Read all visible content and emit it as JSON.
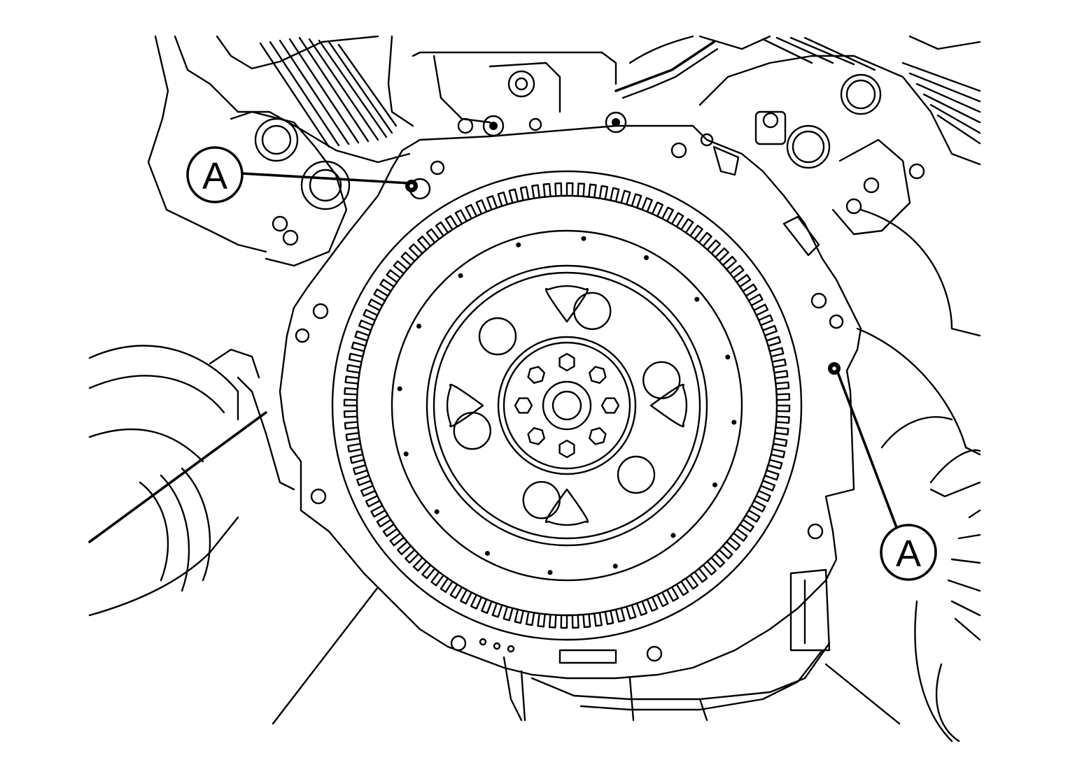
{
  "figure": {
    "callouts": [
      {
        "id": "callout-a-upper",
        "label": "A"
      },
      {
        "id": "callout-a-lower",
        "label": "A"
      }
    ],
    "flywheel_bolt_count": 8
  }
}
